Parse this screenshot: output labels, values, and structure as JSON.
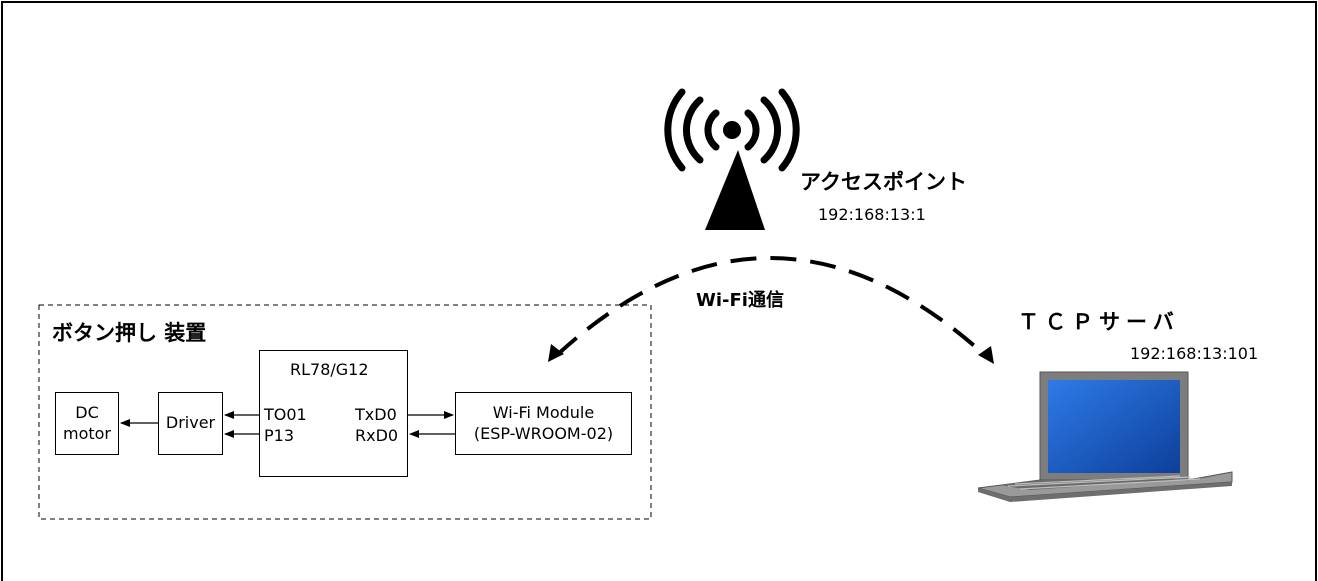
{
  "access_point": {
    "label": "アクセスポイント",
    "ip": "192:168:13:1",
    "icon": "wireless-antenna-icon"
  },
  "link": {
    "label": "Wi-Fi通信"
  },
  "tcp_server": {
    "label": "ＴＣＰサーバ",
    "ip": "192:168:13:101",
    "icon": "laptop-icon"
  },
  "device": {
    "title": "ボタン押し 装置",
    "dc_motor": {
      "line1": "DC",
      "line2": "motor"
    },
    "driver": "Driver",
    "mcu": {
      "name": "RL78/G12",
      "pin_to01": "TO01",
      "pin_p13": "P13",
      "pin_txd0": "TxD0",
      "pin_rxd0": "RxD0"
    },
    "wifi_module": {
      "line1": "Wi-Fi Module",
      "line2": "(ESP-WROOM-02)"
    }
  },
  "colors": {
    "laptop_screen": "#1a5fd0",
    "laptop_body": "#8a8a8a"
  }
}
